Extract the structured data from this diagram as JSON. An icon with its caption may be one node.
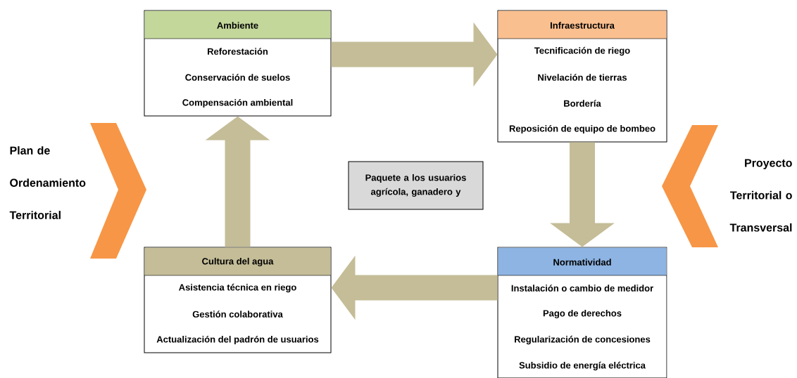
{
  "diagram": {
    "nodes": [
      {
        "text": [
          "Ambiente",
          "Reforestación",
          "Conservación de suelos",
          "Compensación ambiental"
        ]
      },
      {
        "text": [
          "Infraestructura",
          "Tecnificación de riego",
          "Nivelación de tierras",
          "Bordería",
          "Reposición de equipo de bombeo"
        ]
      },
      {
        "text": [
          "Normatividad",
          "Instalación o cambio de medidor",
          "Pago de derechos",
          "Regularización de concesiones",
          "Subsidio de energía eléctrica"
        ]
      },
      {
        "text": [
          "Cultura del agua",
          "Asistencia técnica en riego",
          "Gestión colaborativa",
          "Actualización del padrón de usuarios"
        ]
      },
      {
        "text": [
          "Paquete a los usuarios agrícola, ganadero y"
        ]
      }
    ],
    "edges": [
      {
        "from": 0,
        "to": 1,
        "arrow": "to"
      },
      {
        "from": 1,
        "to": 2,
        "arrow": "to"
      },
      {
        "from": 2,
        "to": 3,
        "arrow": "to"
      },
      {
        "from": 3,
        "to": 0,
        "arrow": "to"
      }
    ],
    "labels": [
      "Plan de Ordenamiento Territorial",
      "Proyecto Territorial o Transversal"
    ]
  }
}
